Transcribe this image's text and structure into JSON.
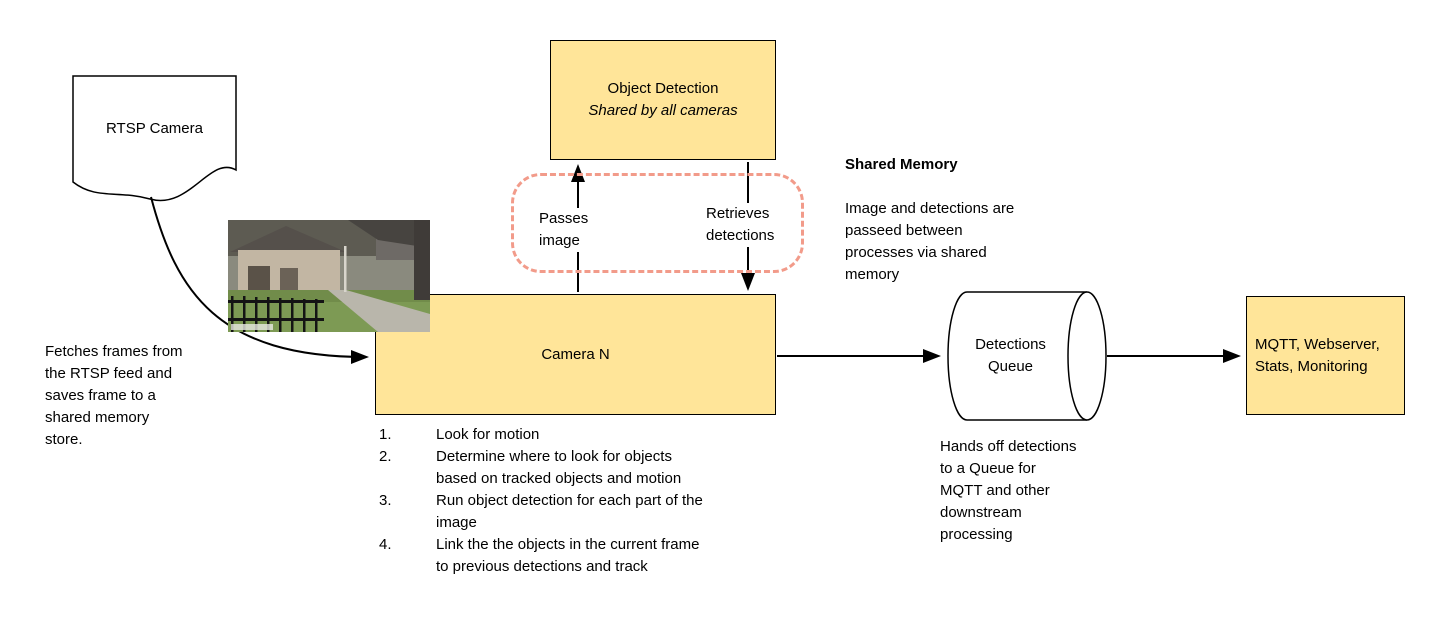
{
  "colors": {
    "node_fill": "#ffe599",
    "node_border": "#000000",
    "dashed_outline": "#f29b8a",
    "arrow": "#000000"
  },
  "nodes": {
    "rtsp_camera": {
      "label": "RTSP Camera"
    },
    "object_detection": {
      "title": "Object Detection",
      "subtitle": "Shared by all cameras"
    },
    "camera_n": {
      "label": "Camera N"
    },
    "detections_queue": {
      "label": "Detections\nQueue"
    },
    "outputs": {
      "label": "MQTT, Webserver,\nStats, Monitoring"
    }
  },
  "edges": {
    "passes_image": "Passes\nimage",
    "retrieves_detections": "Retrieves\ndetections"
  },
  "annotations": {
    "shared_memory_title": "Shared Memory",
    "shared_memory_body": "Image and detections are\npasseed between\nprocesses via shared\nmemory",
    "fetch_note": "Fetches frames from\nthe RTSP feed and\nsaves frame to a\nshared memory\nstore.",
    "queue_note": "Hands off detections\nto a Queue for\nMQTT and other\ndownstream\nprocessing"
  },
  "steps": [
    {
      "num": "1.",
      "text": "Look for motion"
    },
    {
      "num": "2.",
      "text": "Determine where to look for objects\nbased on tracked objects and motion"
    },
    {
      "num": "3.",
      "text": "Run object detection for each part of the\nimage"
    },
    {
      "num": "4.",
      "text": "Link the the objects in the current frame\nto previous detections and track"
    }
  ]
}
